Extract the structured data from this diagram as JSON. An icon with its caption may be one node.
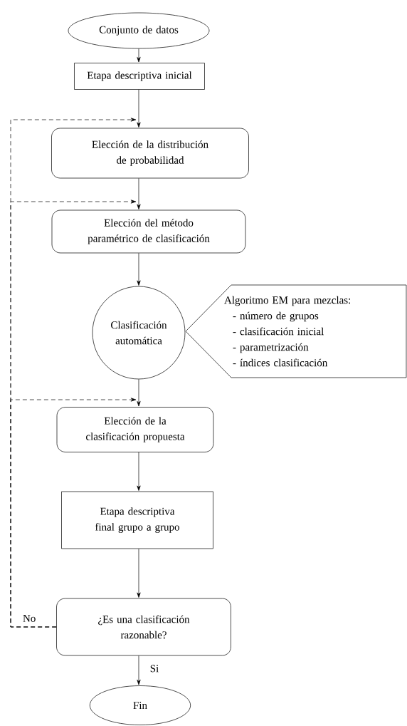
{
  "diagram": {
    "nodes": [
      {
        "text": [
          "Conjunto de datos"
        ]
      },
      {
        "text": [
          "Etapa descriptiva inicial"
        ]
      },
      {
        "text": [
          "Elección de la distribución de probabilidad"
        ]
      },
      {
        "text": [
          "Elección del método paramétrico de clasificación"
        ]
      },
      {
        "text": [
          "Clasificación automática"
        ]
      },
      {
        "text": [
          "Algoritmo EM para mezclas:",
          "- número de grupos",
          "- clasificación inicial",
          "- parametrización",
          "- índices clasificación"
        ]
      },
      {
        "text": [
          "Elección de la clasificación propuesta"
        ]
      },
      {
        "text": [
          "Etapa descriptiva final grupo a grupo"
        ]
      },
      {
        "text": [
          "¿Es una clasificación razonable?"
        ]
      },
      {
        "text": [
          "Fin"
        ]
      }
    ],
    "edges": [
      {
        "from": 0,
        "to": 1,
        "arrow": "to"
      },
      {
        "from": 1,
        "to": 2,
        "arrow": "to"
      },
      {
        "from": 2,
        "to": 3,
        "arrow": "to"
      },
      {
        "from": 3,
        "to": 4,
        "arrow": "to"
      },
      {
        "from": 4,
        "to": 6,
        "arrow": "to"
      },
      {
        "from": 6,
        "to": 7,
        "arrow": "to"
      },
      {
        "from": 7,
        "to": 8,
        "arrow": "to"
      },
      {
        "from": 8,
        "to": 9,
        "arrow": "to",
        "label": "Si"
      },
      {
        "from": 8,
        "to": 2,
        "arrow": "to",
        "style": "dashed",
        "label": "No"
      },
      {
        "from": 8,
        "to": 3,
        "arrow": "to",
        "style": "dashed"
      },
      {
        "from": 8,
        "to": 6,
        "arrow": "to",
        "style": "dashed"
      }
    ]
  }
}
